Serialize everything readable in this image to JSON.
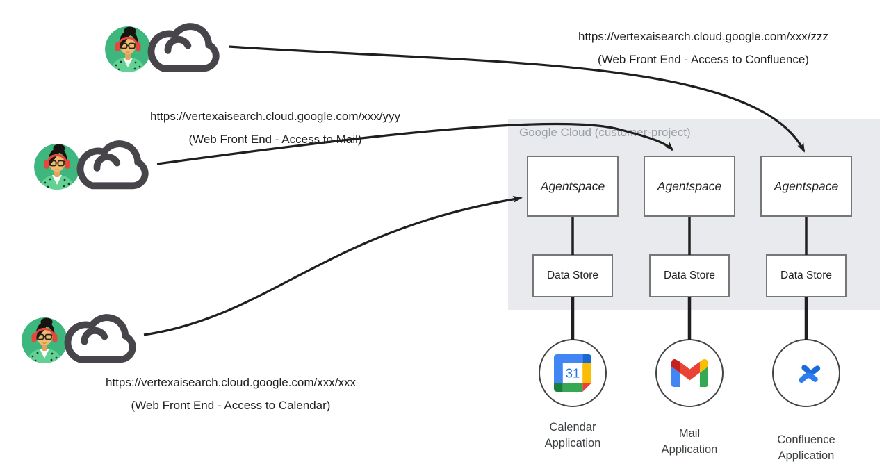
{
  "user_flows": [
    {
      "target": "confluence",
      "url": "https://vertexaisearch.cloud.google.com/xxx/zzz",
      "caption": "(Web Front End - Access to Confluence)"
    },
    {
      "target": "mail",
      "url": "https://vertexaisearch.cloud.google.com/xxx/yyy",
      "caption": "(Web Front End - Access to Mail)"
    },
    {
      "target": "calendar",
      "url": "https://vertexaisearch.cloud.google.com/xxx/xxx",
      "caption": "(Web Front End - Access to Calendar)"
    }
  ],
  "google_cloud": {
    "label": "Google Cloud (customer-project)"
  },
  "columns": [
    {
      "agent_label": "Agentspace",
      "datastore_label": "Data Store",
      "app_name": "Calendar",
      "app_type": "Application",
      "icon": "google-calendar-icon"
    },
    {
      "agent_label": "Agentspace",
      "datastore_label": "Data Store",
      "app_name": "Mail",
      "app_type": "Application",
      "icon": "gmail-icon"
    },
    {
      "agent_label": "Agentspace",
      "datastore_label": "Data Store",
      "app_name": "Confluence",
      "app_type": "Application",
      "icon": "confluence-icon"
    }
  ],
  "calendar_icon": {
    "day": "31"
  },
  "icons": [
    "user-avatar",
    "cloud-icon",
    "google-calendar-icon",
    "gmail-icon",
    "confluence-icon"
  ],
  "colors": {
    "arrow": "#1f1f1f",
    "container_bg": "#e8eaed",
    "container_label": "#9aa0a6",
    "box_border": "#767676",
    "avatar_green": "#3eb77e",
    "cloud_icon": "#47454a",
    "google_blue": "#4285f4",
    "google_red": "#ea4335",
    "google_yellow": "#fbbc04",
    "google_green": "#34a853",
    "confluence_blue": "#1c6bdd"
  }
}
